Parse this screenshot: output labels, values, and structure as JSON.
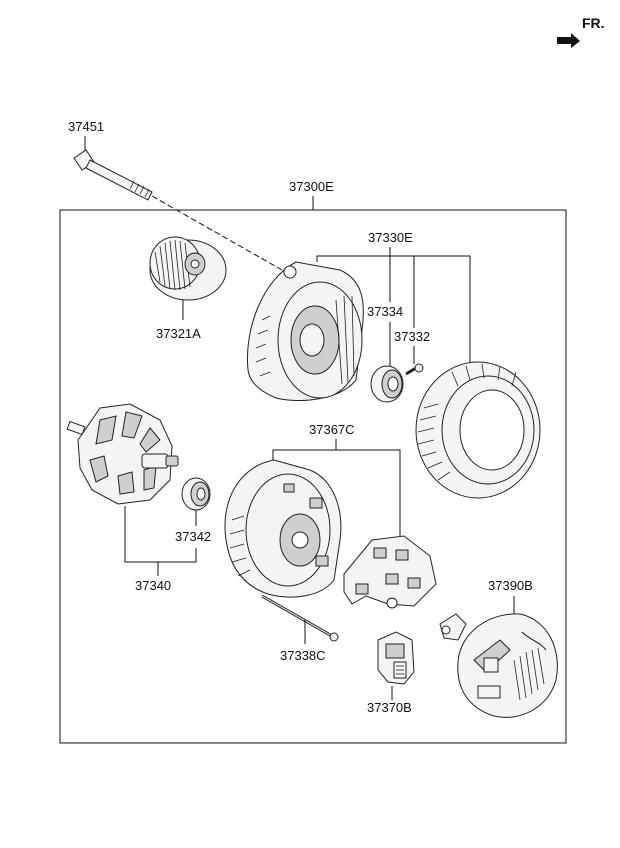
{
  "direction_indicator": {
    "label": "FR."
  },
  "labels": {
    "bolt": "37451",
    "assembly": "37300E",
    "pulley": "37321A",
    "front_bracket_group": "37330E",
    "bearing_front": "37334",
    "screw": "37332",
    "rear_bracket_group": "37367C",
    "bearing_rear": "37342",
    "rotor": "37340",
    "through_bolt": "37338C",
    "regulator": "37370B",
    "rear_cover": "37390B"
  }
}
